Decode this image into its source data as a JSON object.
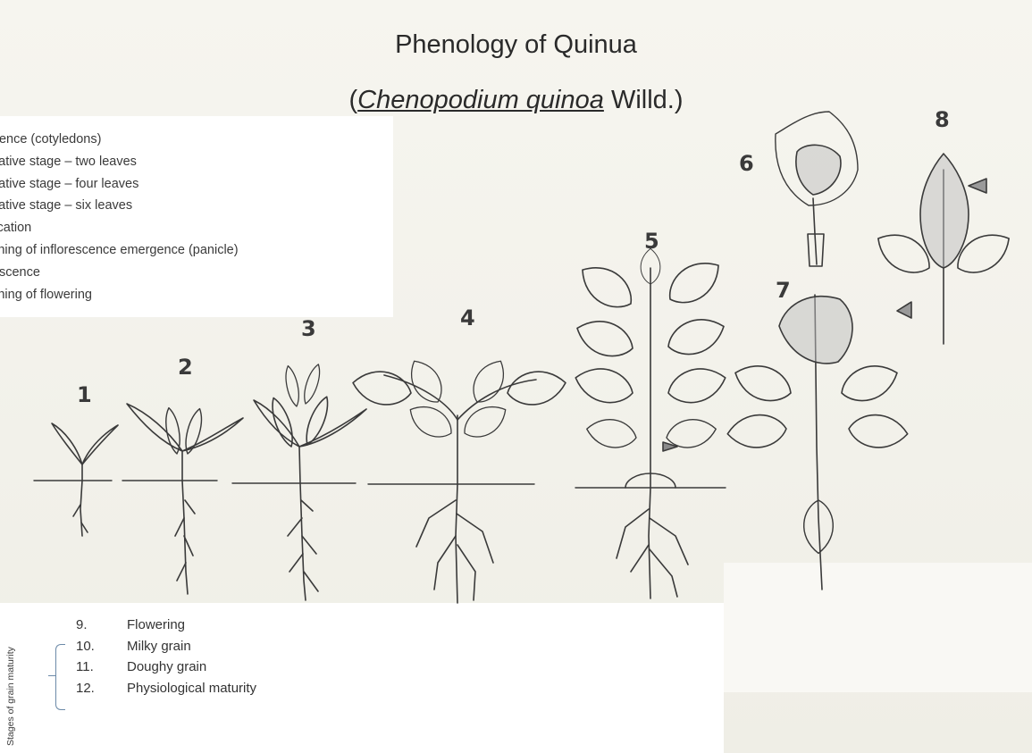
{
  "title": "Phenology of Quinua",
  "subtitle": {
    "open_paren": "(",
    "scientific_name": "Chenopodium quinoa",
    "author": " Willd.)"
  },
  "legend_top": [
    "ergence (cotyledons)",
    "getative stage – two leaves",
    "getative stage – four leaves",
    "getative stage – six leaves",
    "nification",
    "ginning of inflorescence emergence (panicle)",
    "orescence",
    "ginning of flowering"
  ],
  "stage_numbers": [
    "1",
    "2",
    "3",
    "4",
    "5",
    "6",
    "7",
    "8"
  ],
  "grain_maturity_label": "Stages of grain maturity",
  "legend_bottom": [
    {
      "num": "9.",
      "label": "Flowering"
    },
    {
      "num": "10.",
      "label": "Milky grain"
    },
    {
      "num": "11.",
      "label": "Doughy grain"
    },
    {
      "num": "12.",
      "label": "Physiological maturity"
    }
  ]
}
